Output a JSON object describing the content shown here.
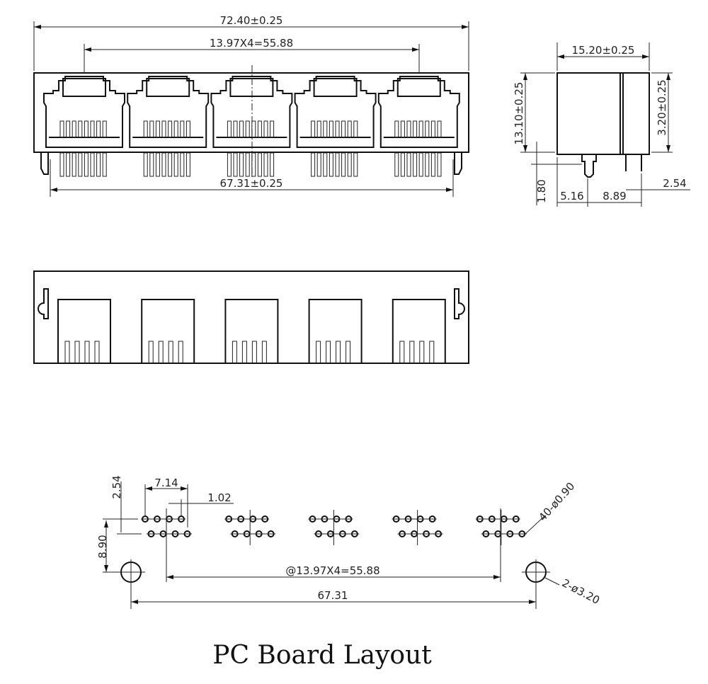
{
  "front_view": {
    "overall_width": "72.40±0.25",
    "port_pitch": "13.97X4=55.88",
    "pin_span": "67.31±0.25",
    "port_count": 5
  },
  "side_view": {
    "depth": "15.20±0.25",
    "height": "13.10±0.25",
    "top_height": "3.20±0.25",
    "pin_length": "1.80",
    "dim_a": "5.16",
    "dim_b": "8.89",
    "dim_c": "2.54"
  },
  "pcb_layout": {
    "row_offset": "2.54",
    "group_width": "7.14",
    "pin_pitch": "1.02",
    "hole_offset": "8.90",
    "pitch": "@13.97X4=55.88",
    "mount_span": "67.31",
    "pin_holes": "40-ø0.90",
    "mount_holes": "2-ø3.20",
    "title": "PC Board Layout"
  }
}
